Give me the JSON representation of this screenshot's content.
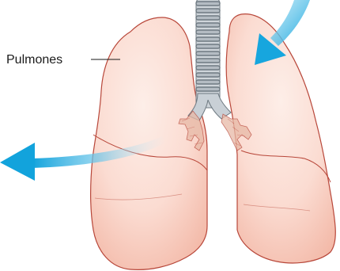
{
  "diagram": {
    "label": "Pulmones",
    "colors": {
      "lung_fill": "#f9d3c8",
      "lung_highlight": "#fde8e1",
      "lung_stroke": "#b8473a",
      "trachea_fill": "#cdd3d8",
      "trachea_ring": "#7a848c",
      "bronchi_fill": "#e7b9a6",
      "airflow_arrow": "#1fa9df"
    },
    "icons": [
      "inhale-arrow",
      "exhale-arrow"
    ]
  }
}
